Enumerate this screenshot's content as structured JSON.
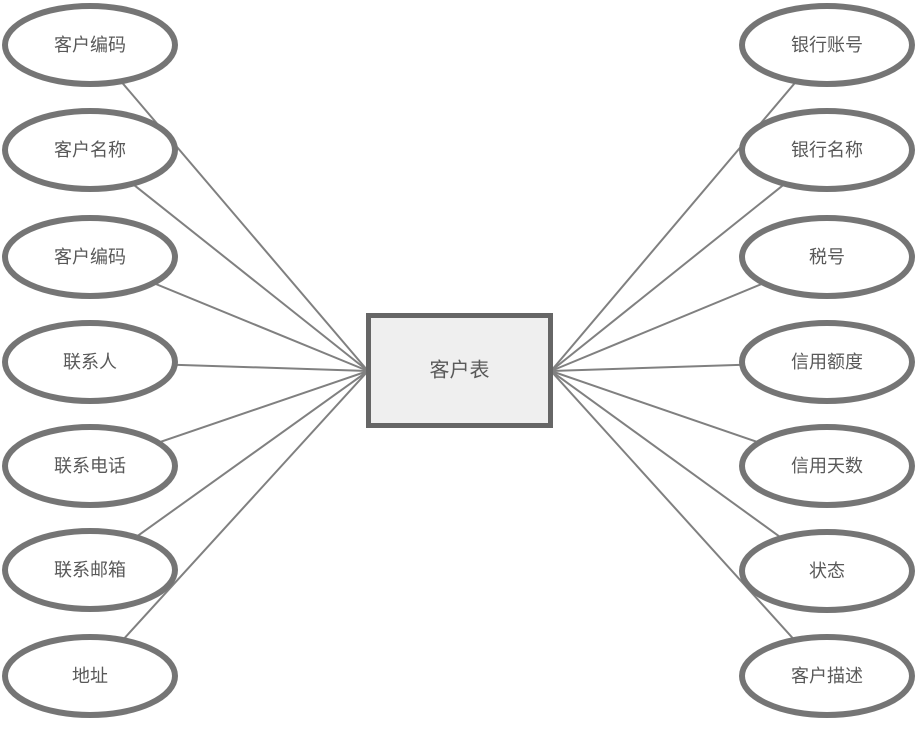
{
  "diagram": {
    "type": "er-attribute-diagram",
    "entity": {
      "label": "客户表"
    },
    "left_attributes": [
      {
        "label": "客户编码"
      },
      {
        "label": "客户名称"
      },
      {
        "label": "客户编码"
      },
      {
        "label": "联系人"
      },
      {
        "label": "联系电话"
      },
      {
        "label": "联系邮箱"
      },
      {
        "label": "地址"
      }
    ],
    "right_attributes": [
      {
        "label": "银行账号"
      },
      {
        "label": "银行名称"
      },
      {
        "label": "税号"
      },
      {
        "label": "信用额度"
      },
      {
        "label": "信用天数"
      },
      {
        "label": "状态"
      },
      {
        "label": "客户描述"
      }
    ],
    "colors": {
      "ellipse_stroke": "#757575",
      "connector_line": "#808080",
      "entity_fill": "#efefef",
      "entity_stroke": "#666666",
      "text": "#595959",
      "background": "#ffffff"
    }
  }
}
